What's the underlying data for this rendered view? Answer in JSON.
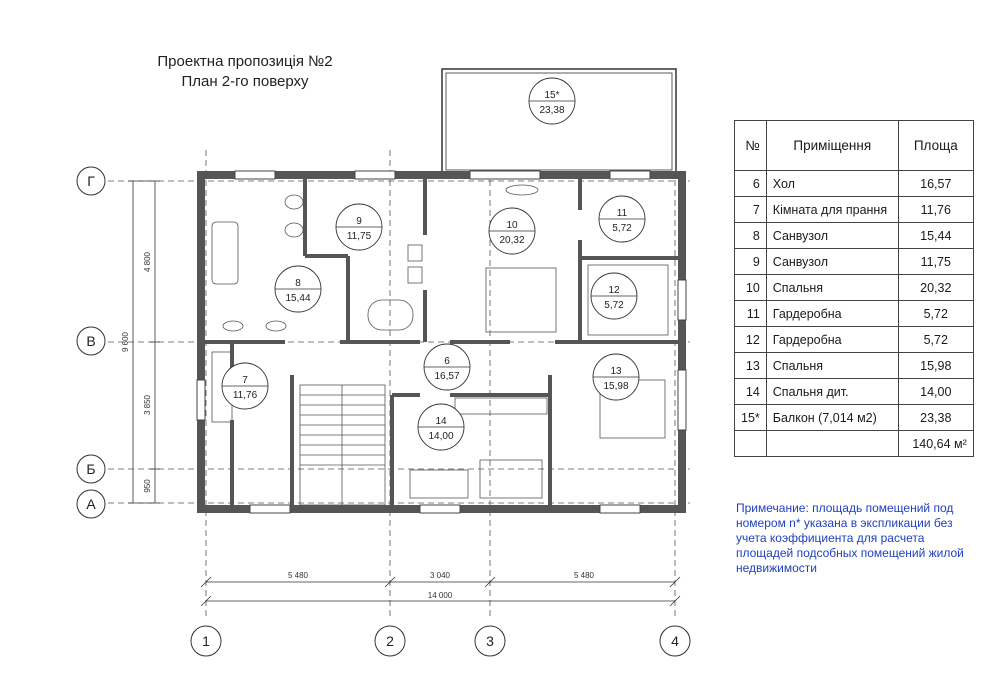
{
  "title": {
    "line1": "Проектна пропозиція №2",
    "line2": "План 2-го поверху"
  },
  "axes": {
    "rows": [
      "Г",
      "В",
      "Б",
      "А"
    ],
    "cols": [
      "1",
      "2",
      "3",
      "4"
    ]
  },
  "dimensions": {
    "h1": "5 480",
    "h2": "3 040",
    "h3": "5 480",
    "total": "14 000",
    "v1": "4 800",
    "v2": "3 850",
    "v3": "950",
    "vtotal": "9 600"
  },
  "rooms": [
    {
      "num": "15*",
      "area": "23,38"
    },
    {
      "num": "9",
      "area": "11,75"
    },
    {
      "num": "10",
      "area": "20,32"
    },
    {
      "num": "11",
      "area": "5,72"
    },
    {
      "num": "8",
      "area": "15,44"
    },
    {
      "num": "12",
      "area": "5,72"
    },
    {
      "num": "7",
      "area": "11,76"
    },
    {
      "num": "6",
      "area": "16,57"
    },
    {
      "num": "13",
      "area": "15,98"
    },
    {
      "num": "14",
      "area": "14,00"
    }
  ],
  "table": {
    "headers": [
      "№",
      "Приміщення",
      "Площа"
    ],
    "rows": [
      [
        "6",
        "Хол",
        "16,57"
      ],
      [
        "7",
        "Кімната для прання",
        "11,76"
      ],
      [
        "8",
        "Санвузол",
        "15,44"
      ],
      [
        "9",
        "Санвузол",
        "11,75"
      ],
      [
        "10",
        "Спальня",
        "20,32"
      ],
      [
        "11",
        "Гардеробна",
        "5,72"
      ],
      [
        "12",
        "Гардеробна",
        "5,72"
      ],
      [
        "13",
        "Спальня",
        "15,98"
      ],
      [
        "14",
        "Спальня дит.",
        "14,00"
      ],
      [
        "15*",
        "Балкон (7,014 м2)",
        "23,38"
      ]
    ],
    "total": "140,64 м²"
  },
  "note": "Примечание: площадь помещений под номером n* указана в экспликации без учета коэффициента для расчета площадей подсобных помещений жилой недвижимости"
}
